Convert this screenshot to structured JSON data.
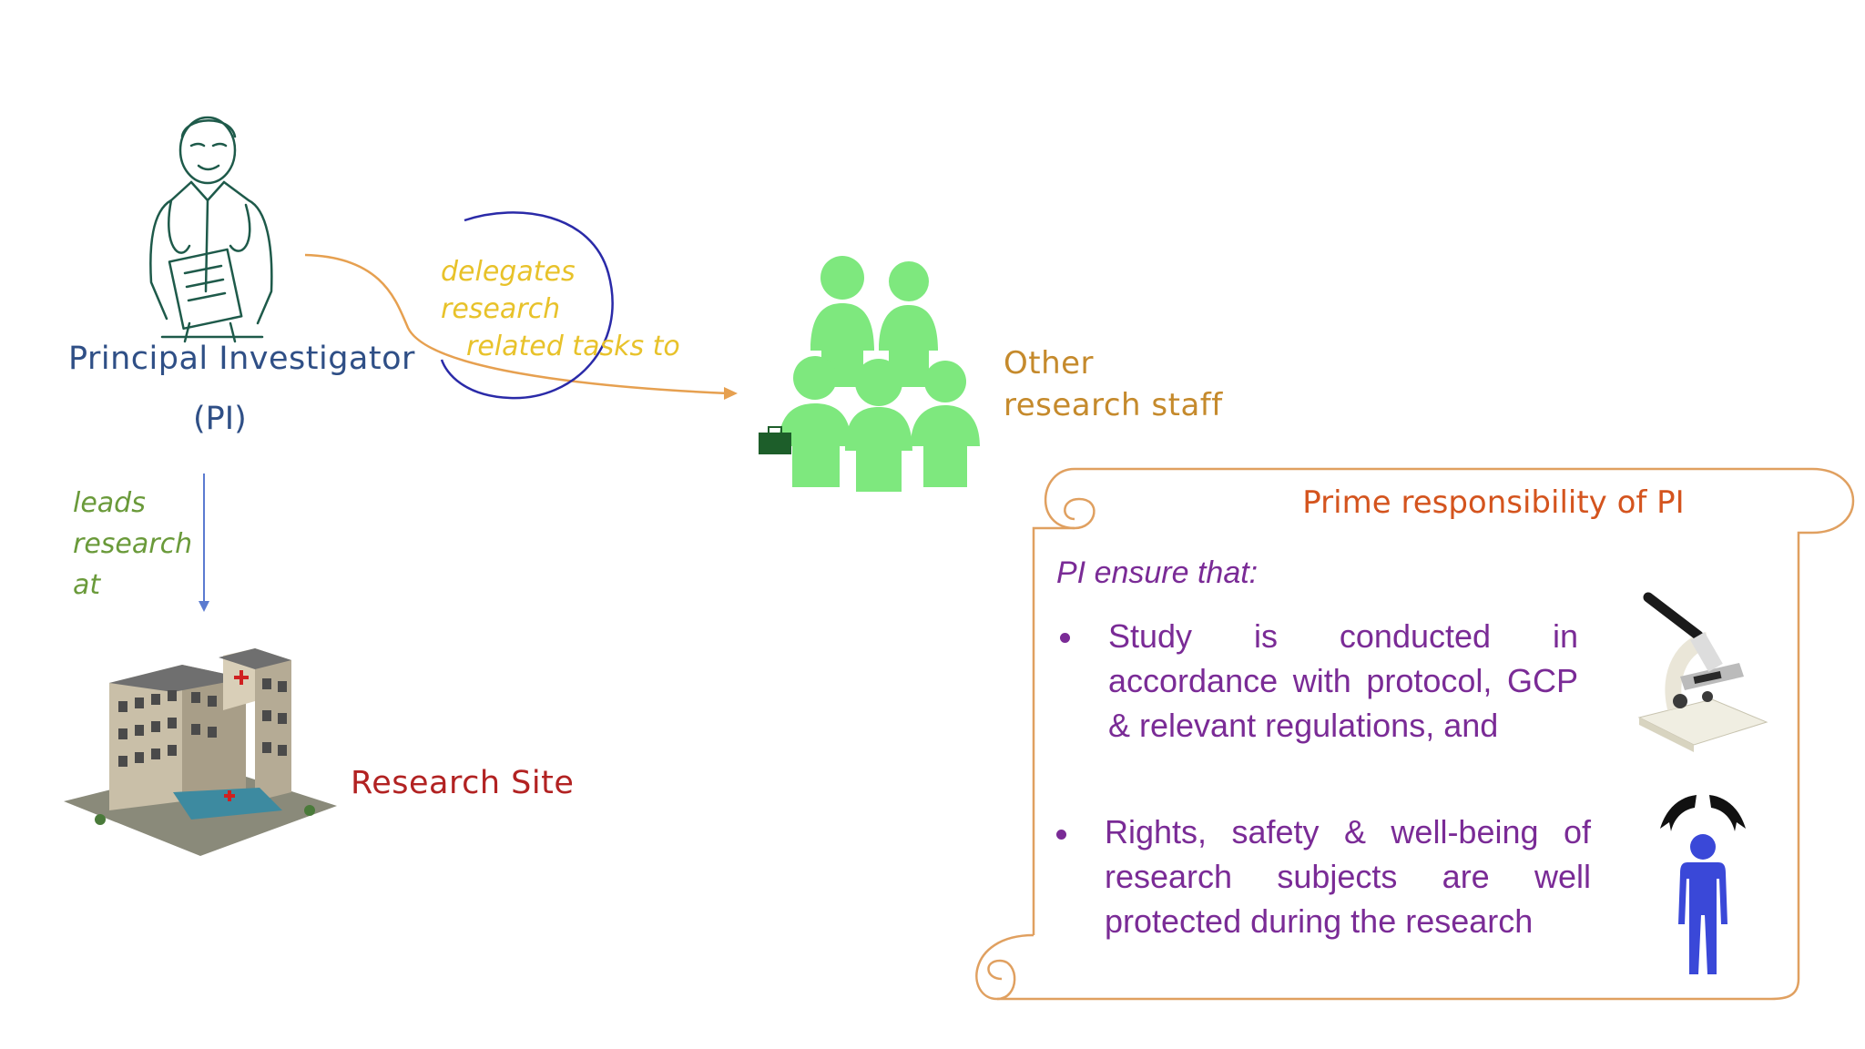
{
  "diagram": {
    "pi": {
      "name": "Principal Investigator",
      "abbr": "(PI)"
    },
    "delegates_label": [
      "delegates",
      "research",
      "related tasks to"
    ],
    "staff_label": [
      "Other",
      "research staff"
    ],
    "leads_label": [
      "leads",
      "research",
      "at"
    ],
    "site_label": "Research Site"
  },
  "responsibility": {
    "title": "Prime responsibility of PI",
    "intro": "PI ensure that:",
    "bullets": [
      "Study is conducted in accordance with protocol, GCP & relevant regulations, and",
      "Rights, safety & well-being of research subjects are well protected during the research"
    ]
  },
  "colors": {
    "pi_text": "#2f4f86",
    "delegates_text": "#e8c22a",
    "staff_text": "#c58a2c",
    "staff_figures": "#7ee87e",
    "site_text": "#b22222",
    "scroll_border": "#e0a060",
    "title_text": "#d4541e",
    "bullet_text": "#7a2b96",
    "arrow_orange": "#e6a050",
    "circle_blue": "#2a2aa8"
  },
  "icons": [
    "doctor-icon",
    "team-icon",
    "hospital-building-icon",
    "microscope-icon",
    "protected-person-icon"
  ]
}
